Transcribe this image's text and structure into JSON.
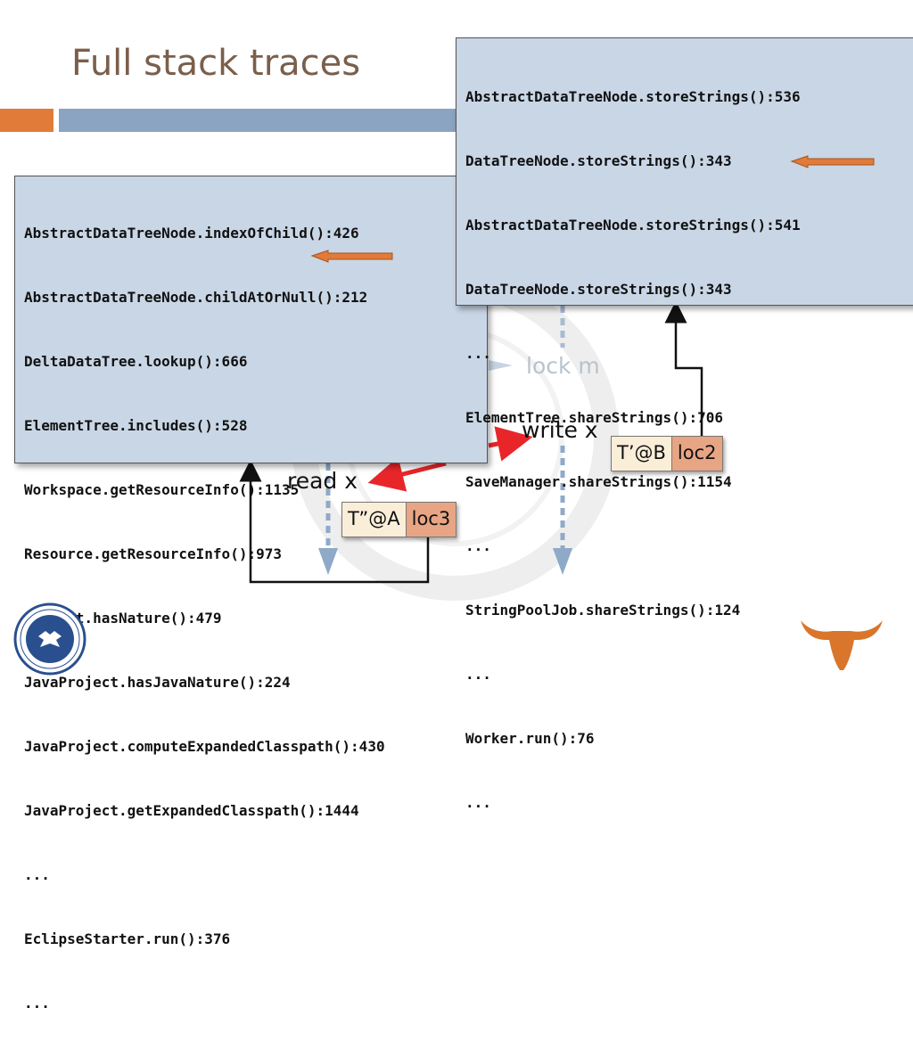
{
  "slide": {
    "title": "Full stack traces"
  },
  "left_trace": {
    "lines": [
      "AbstractDataTreeNode.indexOfChild():426",
      "AbstractDataTreeNode.childAtOrNull():212",
      "DeltaDataTree.lookup():666",
      "ElementTree.includes():528",
      "Workspace.getResourceInfo():1135",
      "Resource.getResourceInfo():973",
      "Project.hasNature():479",
      "JavaProject.hasJavaNature():224",
      "JavaProject.computeExpandedClasspath():430",
      "JavaProject.getExpandedClasspath():1444",
      "...",
      "EclipseStarter.run():376",
      "..."
    ]
  },
  "right_trace": {
    "lines": [
      "AbstractDataTreeNode.storeStrings():536",
      "DataTreeNode.storeStrings():343",
      "AbstractDataTreeNode.storeStrings():541",
      "DataTreeNode.storeStrings():343",
      "...",
      "ElementTree.shareStrings():706",
      "SaveManager.shareStrings():1154",
      "...",
      "StringPoolJob.shareStrings():124",
      "...",
      "Worker.run():76",
      "..."
    ]
  },
  "diagram": {
    "write_label": "write x",
    "read_label": "read x",
    "lock_label": "lock m",
    "tag_b": {
      "thread": "T’@B",
      "loc": "loc2"
    },
    "tag_a": {
      "thread": "T”@A",
      "loc": "loc3"
    }
  },
  "colors": {
    "accent_orange": "#e07b39",
    "accent_blue": "#8aa4c1",
    "trace_bg": "#c9d6e6",
    "highlight_arrow": "#e07b39",
    "race_arrow": "#e8262a",
    "timeline_dashed": "#8fa9c8"
  }
}
